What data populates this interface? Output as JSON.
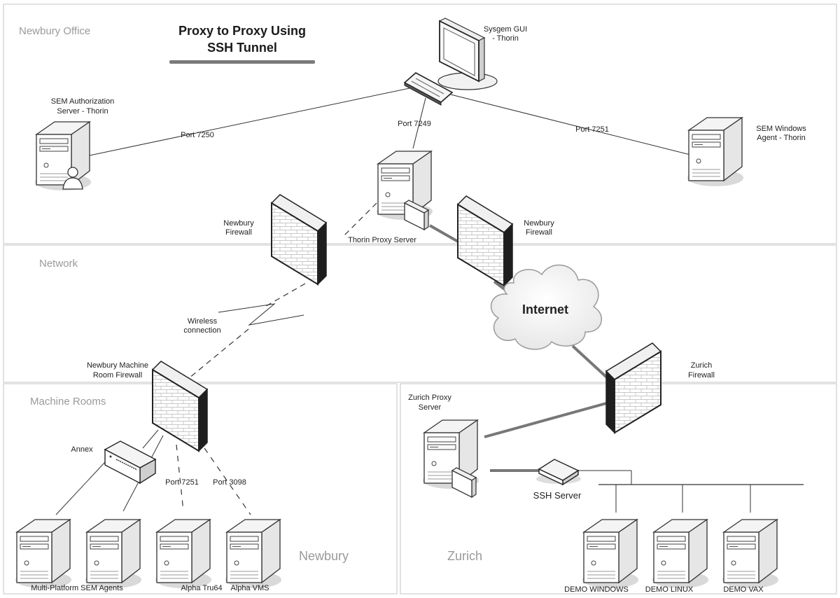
{
  "title": {
    "line1": "Proxy to Proxy Using",
    "line2": "SSH Tunnel"
  },
  "zones": {
    "office": "Newbury Office",
    "network": "Network",
    "machine_rooms": "Machine Rooms"
  },
  "locations": {
    "newbury": "Newbury",
    "zurich": "Zurich"
  },
  "nodes": {
    "gui": [
      "Sysgem GUI",
      "- Thorin"
    ],
    "auth_server": [
      "SEM Authorization",
      "Server - Thorin"
    ],
    "windows_agent": [
      "SEM Windows",
      "Agent - Thorin"
    ],
    "thorin_proxy": "Thorin Proxy Server",
    "newbury_firewall_left": [
      "Newbury",
      "Firewall"
    ],
    "newbury_firewall_right": [
      "Newbury",
      "Firewall"
    ],
    "internet": "Internet",
    "wireless": [
      "Wireless",
      "connection"
    ],
    "machine_room_firewall": [
      "Newbury Machine",
      "Room Firewall"
    ],
    "annex": "Annex",
    "zurich_firewall": [
      "Zurich",
      "Firewall"
    ],
    "zurich_proxy": [
      "Zurich Proxy",
      "Server"
    ],
    "ssh_server": "SSH Server",
    "multi_platform": "Multi-Platform SEM Agents",
    "alpha_tru64": "Alpha Tru64",
    "alpha_vms": "Alpha VMS",
    "demo_windows": "DEMO WINDOWS",
    "demo_linux": "DEMO LINUX",
    "demo_vax": "DEMO VAX"
  },
  "ports": {
    "p7250": "Port 7250",
    "p7249": "Port 7249",
    "p7251_top": "Port 7251",
    "p7251_bottom": "Port 7251",
    "p3098": "Port 3098"
  }
}
